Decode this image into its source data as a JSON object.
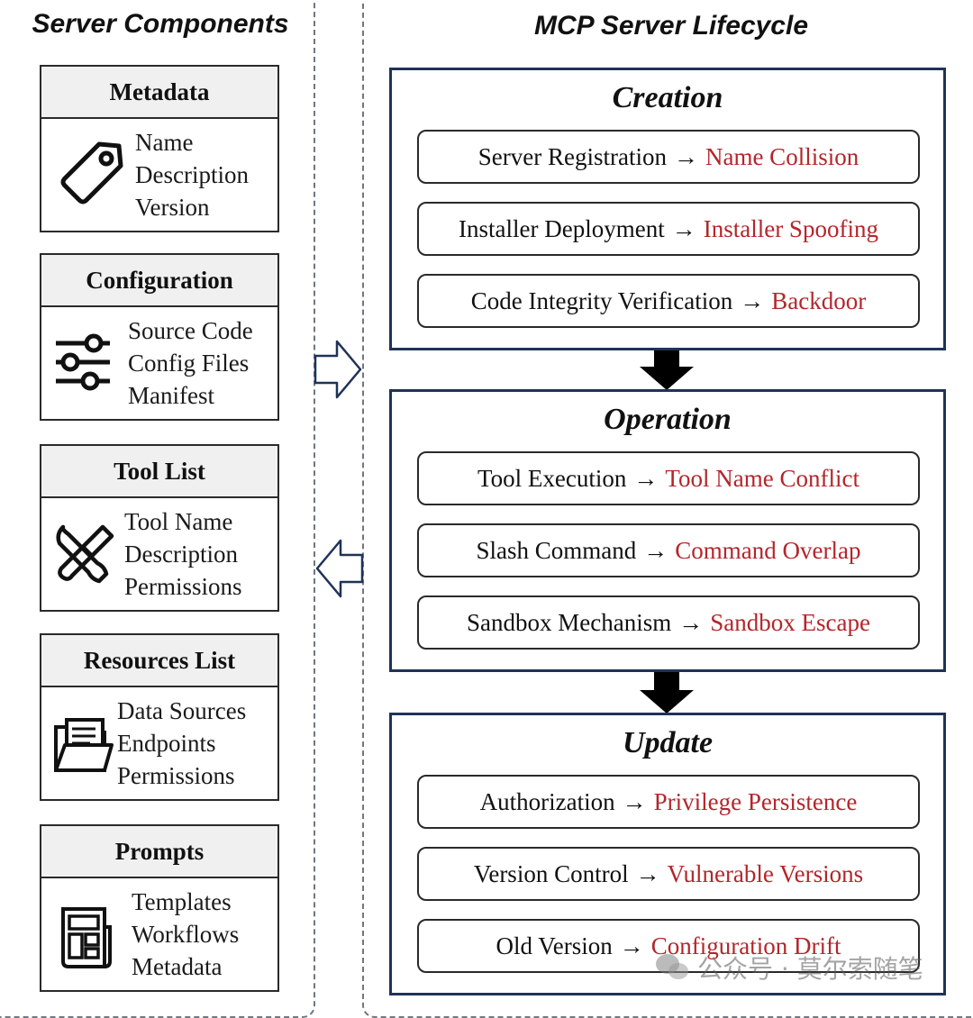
{
  "left_panel": {
    "title": "Server Components",
    "cards": [
      {
        "name": "metadata",
        "header": "Metadata",
        "icon": "tag-icon",
        "lines": [
          "Name",
          "Description",
          "Version"
        ]
      },
      {
        "name": "configuration",
        "header": "Configuration",
        "icon": "sliders-icon",
        "lines": [
          "Source Code",
          "Config Files",
          "Manifest"
        ]
      },
      {
        "name": "tool-list",
        "header": "Tool List",
        "icon": "tools-icon",
        "lines": [
          "Tool Name",
          "Description",
          "Permissions"
        ]
      },
      {
        "name": "resources-list",
        "header": "Resources List",
        "icon": "folder-icon",
        "lines": [
          "Data Sources",
          "Endpoints",
          "Permissions"
        ]
      },
      {
        "name": "prompts",
        "header": "Prompts",
        "icon": "document-icon",
        "lines": [
          "Templates",
          "Workflows",
          "Metadata"
        ]
      }
    ]
  },
  "right_panel": {
    "title": "MCP Server Lifecycle",
    "stages": [
      {
        "name": "creation",
        "title": "Creation",
        "items": [
          {
            "step": "Server Registration",
            "risk": "Name Collision"
          },
          {
            "step": "Installer Deployment",
            "risk": "Installer Spoofing"
          },
          {
            "step": "Code Integrity Verification",
            "risk": "Backdoor"
          }
        ]
      },
      {
        "name": "operation",
        "title": "Operation",
        "items": [
          {
            "step": "Tool Execution",
            "risk": "Tool Name Conflict"
          },
          {
            "step": "Slash Command",
            "risk": "Command Overlap"
          },
          {
            "step": "Sandbox Mechanism",
            "risk": "Sandbox Escape"
          }
        ]
      },
      {
        "name": "update",
        "title": "Update",
        "items": [
          {
            "step": "Authorization",
            "risk": "Privilege Persistence"
          },
          {
            "step": "Version Control",
            "risk": "Vulnerable Versions"
          },
          {
            "step": "Old Version",
            "risk": "Configuration Drift"
          }
        ]
      }
    ]
  },
  "arrow_symbol": "→",
  "watermark": "公众号 · 莫尔索随笔",
  "colors": {
    "risk": "#b3262b",
    "stage_border": "#1f3357",
    "panel_dash": "#6f7780"
  }
}
